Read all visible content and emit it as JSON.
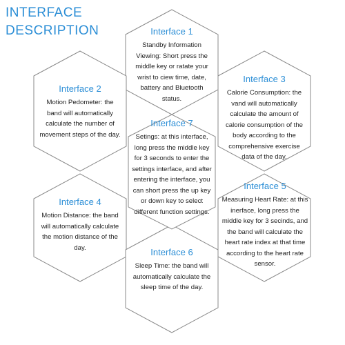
{
  "title": {
    "line1": "INTERFACE",
    "line2": "DESCRIPTION"
  },
  "panels": {
    "interface1": {
      "title": "Interface 1",
      "body": "Standby Information Viewing: Short press the middle key or ratate your wrist to ciew time, date, battery and Bluetooth status."
    },
    "interface2": {
      "title": "Interface 2",
      "body": "Motion Pedometer: the band will automatically calculate the number of movement steps of the day."
    },
    "interface3": {
      "title": "Interface 3",
      "body": "Calorie Consumption: the vand will automatically calculate the amount of calorie consumption of the body according to the comprehensive exercise data of the day."
    },
    "interface4": {
      "title": "Interface 4",
      "body": "Motion Distance: the band will automatically calculate the motion distance of the day."
    },
    "interface5": {
      "title": "Interface 5",
      "body": "Measuring Heart Rate: at this inerface, long press the middle key for 3 secinds, and the band will calculate the heart rate index at that time according to the heart rate sensor."
    },
    "interface6": {
      "title": "Interface 6",
      "body": "Sleep Time: the band will automatically calculate the sleep time of the day."
    },
    "interface7": {
      "title": "Interface 7",
      "body": "Setings: at this interface, long press the middle key for 3 seconds to enter the settings interface, and after entering the interface, you can short press the up key or down key to select different function settings."
    }
  }
}
